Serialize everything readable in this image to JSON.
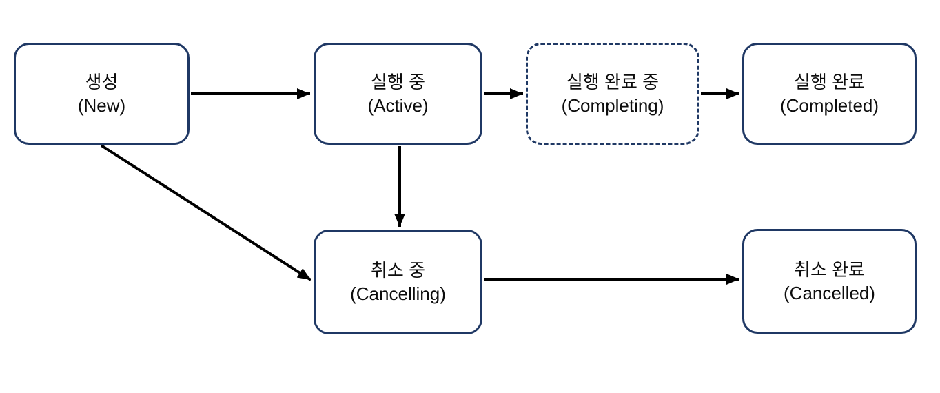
{
  "diagram": {
    "title": "job-state-transition-diagram",
    "background_color": "#ffffff",
    "node_border_color": "#1f3864",
    "arrow_color": "#000000",
    "text_color": "#0d0d0d",
    "nodes": [
      {
        "id": "new",
        "label_ko": "생성",
        "label_en": "(New)",
        "border_style": "solid"
      },
      {
        "id": "active",
        "label_ko": "실행 중",
        "label_en": "(Active)",
        "border_style": "solid"
      },
      {
        "id": "completing",
        "label_ko": "실행 완료 중",
        "label_en": "(Completing)",
        "border_style": "dashed"
      },
      {
        "id": "completed",
        "label_ko": "실행 완료",
        "label_en": "(Completed)",
        "border_style": "solid"
      },
      {
        "id": "cancelling",
        "label_ko": "취소 중",
        "label_en": "(Cancelling)",
        "border_style": "solid"
      },
      {
        "id": "cancelled",
        "label_ko": "취소 완료",
        "label_en": "(Cancelled)",
        "border_style": "solid"
      }
    ],
    "edges": [
      {
        "from": "new",
        "to": "active",
        "direction": "right"
      },
      {
        "from": "active",
        "to": "completing",
        "direction": "right"
      },
      {
        "from": "completing",
        "to": "completed",
        "direction": "right"
      },
      {
        "from": "new",
        "to": "cancelling",
        "direction": "down-right"
      },
      {
        "from": "active",
        "to": "cancelling",
        "direction": "down"
      },
      {
        "from": "cancelling",
        "to": "cancelled",
        "direction": "right"
      }
    ]
  }
}
